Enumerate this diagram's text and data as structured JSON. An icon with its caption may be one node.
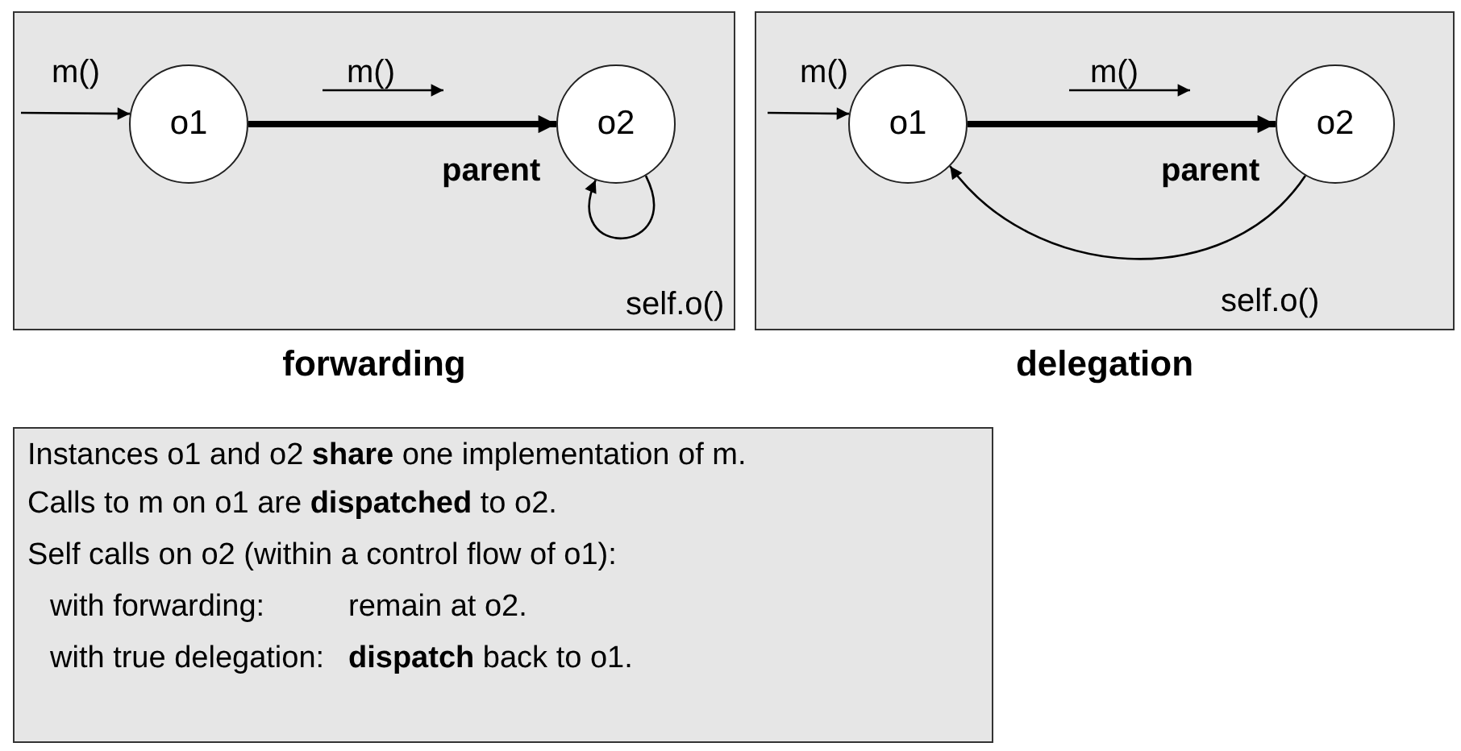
{
  "diagram": {
    "nodes": [
      {
        "text": [
          "forwarding"
        ]
      },
      {
        "text": [
          "o1"
        ],
        "in": 0
      },
      {
        "text": [
          "o2"
        ],
        "in": 0
      },
      {
        "text": [
          "delegation"
        ]
      },
      {
        "text": [
          "o1"
        ],
        "in": 3
      },
      {
        "text": [
          "o2"
        ],
        "in": 3
      },
      {
        "text": [
          "Instances o1 and o2 **share** one implementation of m.",
          "Calls to m on o1 are **dispatched** to o2.",
          "Self calls on o2 (within a control flow of o1):",
          "with forwarding:",
          "remain at o2.",
          "with true delegation:",
          "**dispatch** back to o1."
        ]
      }
    ],
    "edges": [
      {
        "from": null,
        "to": 1,
        "arrow": "to",
        "label": "m()"
      },
      {
        "from": 1,
        "to": 2,
        "arrow": "to",
        "label": "parent",
        "style": "thick"
      },
      {
        "from": 2,
        "to": 2,
        "arrow": "to",
        "label": "self.o()"
      },
      {
        "from": null,
        "to": 4,
        "arrow": "to",
        "label": "m()"
      },
      {
        "from": 4,
        "to": 5,
        "arrow": "to",
        "label": "parent",
        "style": "thick"
      },
      {
        "from": 5,
        "to": 4,
        "arrow": "to",
        "label": "self.o()"
      }
    ],
    "labels": [
      "m()",
      "m()"
    ]
  }
}
